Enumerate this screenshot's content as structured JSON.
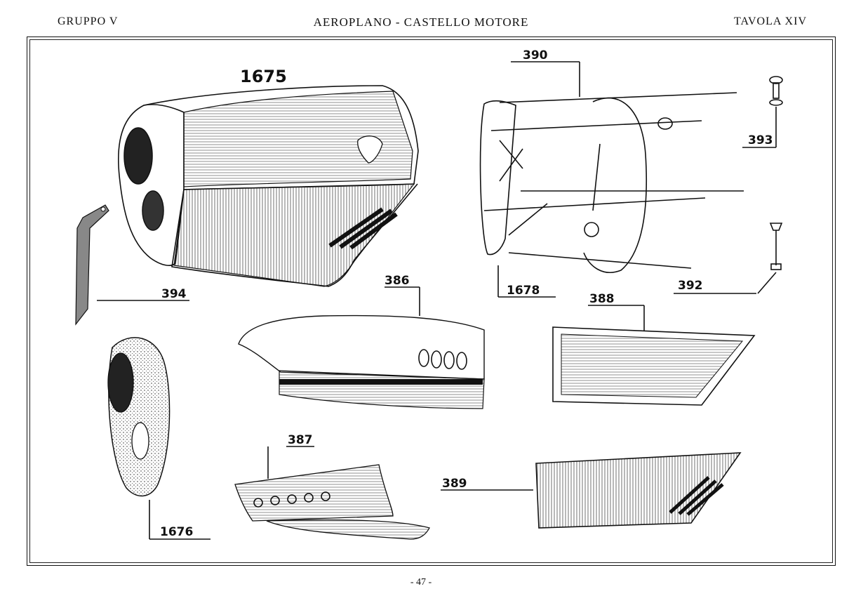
{
  "header": {
    "left": "GRUPPO V",
    "center": "AEROPLANO - CASTELLO MOTORE",
    "right": "TAVOLA XIV"
  },
  "parts": [
    {
      "id": "part-1675",
      "label": "1675"
    },
    {
      "id": "part-390",
      "label": "390"
    },
    {
      "id": "part-393",
      "label": "393"
    },
    {
      "id": "part-392",
      "label": "392"
    },
    {
      "id": "part-1678",
      "label": "1678"
    },
    {
      "id": "part-394",
      "label": "394"
    },
    {
      "id": "part-386",
      "label": "386"
    },
    {
      "id": "part-388",
      "label": "388"
    },
    {
      "id": "part-1676",
      "label": "1676"
    },
    {
      "id": "part-387",
      "label": "387"
    },
    {
      "id": "part-389",
      "label": "389"
    }
  ],
  "footer": {
    "page": "- 47 -"
  }
}
